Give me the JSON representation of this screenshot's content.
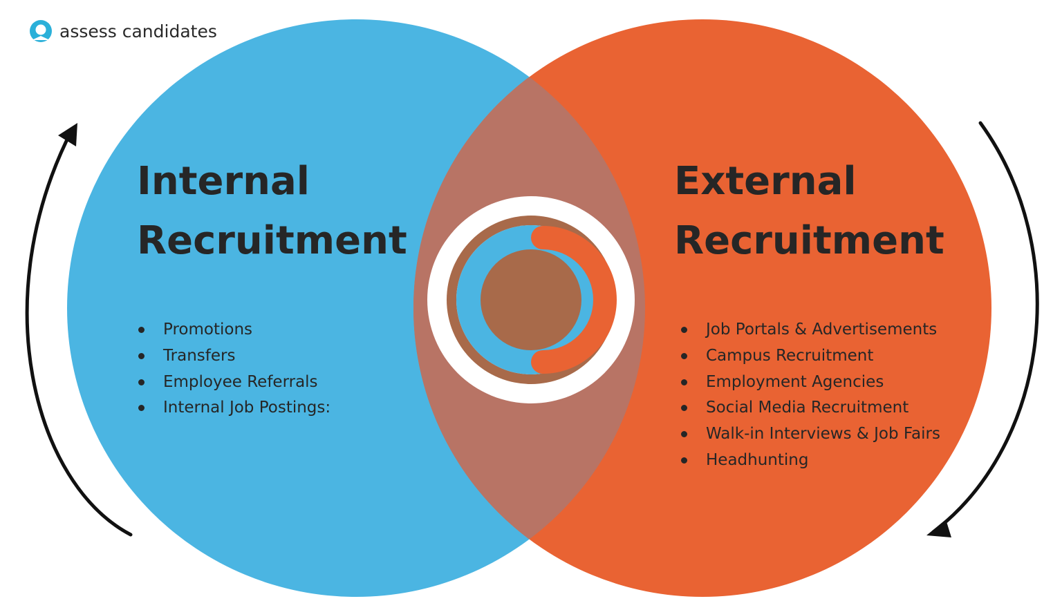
{
  "brand": {
    "name": "assess candidates",
    "logo_icon": "assess-candidates-logo-icon"
  },
  "colors": {
    "internal": "#4BB5E2",
    "external": "#E96333",
    "overlap": "#B87465",
    "center_ring": "#A86A4A",
    "text": "#262626",
    "arrow": "#111111"
  },
  "internal": {
    "title_line1": "Internal",
    "title_line2": "Recruitment",
    "items": [
      "Promotions",
      "Transfers",
      "Employee Referrals",
      "Internal Job Postings:"
    ]
  },
  "external": {
    "title_line1": "External",
    "title_line2": "Recruitment",
    "items": [
      "Job Portals & Advertisements",
      "Campus Recruitment",
      "Employment Agencies",
      "Social Media Recruitment",
      "Walk-in Interviews & Job Fairs",
      "Headhunting"
    ]
  },
  "icons": {
    "left_arrow": "curved-arrow-up-icon",
    "right_arrow": "curved-arrow-down-icon",
    "center": "center-logo-emblem-icon"
  }
}
